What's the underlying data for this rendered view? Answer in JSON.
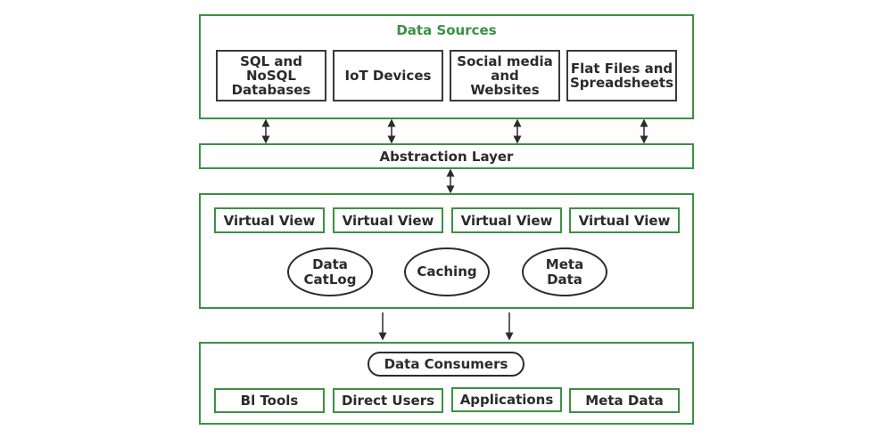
{
  "colors": {
    "accent": "#3a9142",
    "text": "#2b2b2b"
  },
  "data_sources": {
    "title": "Data Sources",
    "items": [
      {
        "label": "SQL and NoSQL Databases"
      },
      {
        "label": "IoT Devices"
      },
      {
        "label": "Social media and Websites"
      },
      {
        "label": "Flat Files and Spreadsheets"
      }
    ]
  },
  "abstraction_layer": {
    "label": "Abstraction Layer"
  },
  "virtualization": {
    "views": [
      {
        "label": "Virtual View"
      },
      {
        "label": "Virtual View"
      },
      {
        "label": "Virtual View"
      },
      {
        "label": "Virtual View"
      }
    ],
    "components": [
      {
        "label": "Data CatLog"
      },
      {
        "label": "Caching"
      },
      {
        "label": "Meta Data"
      }
    ]
  },
  "consumers": {
    "title": "Data Consumers",
    "items": [
      {
        "label": "Bl Tools"
      },
      {
        "label": "Direct Users"
      },
      {
        "label": "Applications"
      },
      {
        "label": "Meta Data"
      }
    ]
  }
}
